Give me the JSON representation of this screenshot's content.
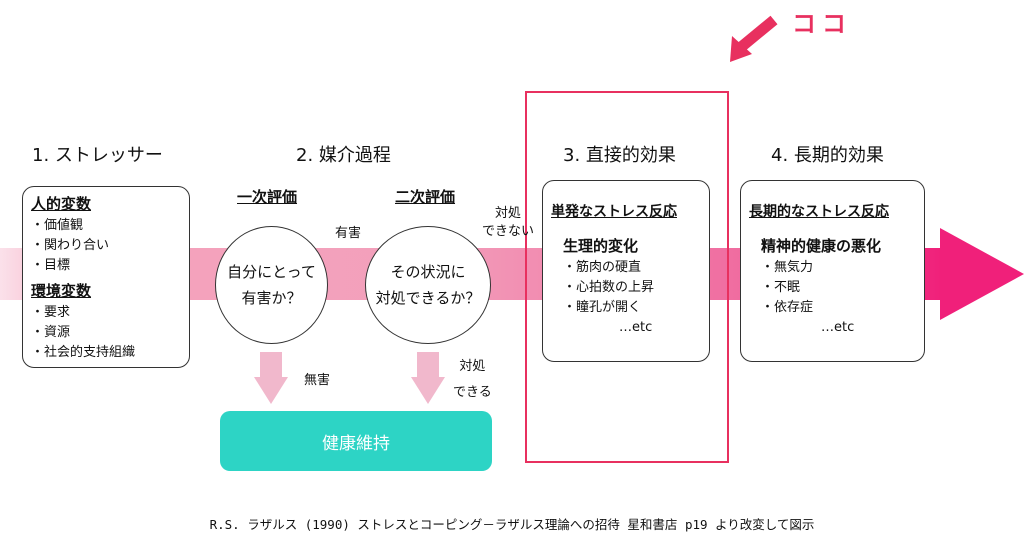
{
  "callout": {
    "label": "ココ"
  },
  "stages": {
    "s1": "1. ストレッサー",
    "s2": "2. 媒介過程",
    "s3": "3. 直接的効果",
    "s4": "4. 長期的効果"
  },
  "stressor_box": {
    "h1": "人的変数",
    "items1": [
      "・価値観",
      "・関わり合い",
      "・目標"
    ],
    "h2": "環境変数",
    "items2": [
      "・要求",
      "・資源",
      "・社会的支持組織"
    ]
  },
  "appraisal": {
    "primary_title": "一次評価",
    "primary_q": [
      "自分にとって",
      "有害か？"
    ],
    "secondary_title": "二次評価",
    "secondary_q": [
      "その状況に",
      "対処できるか？"
    ],
    "harmful": "有害",
    "cannot_cope": [
      "対処",
      "できない"
    ],
    "harmless": "無害",
    "can_cope": [
      "対処",
      "できる"
    ]
  },
  "health_box": {
    "label": "健康維持"
  },
  "direct_box": {
    "title": "単発なストレス反応",
    "sub": "生理的変化",
    "items": [
      "・筋肉の硬直",
      "・心拍数の上昇",
      "・瞳孔が開く"
    ],
    "etc": "…etc"
  },
  "long_box": {
    "title": "長期的なストレス反応",
    "sub": "精神的健康の悪化",
    "items": [
      "・無気力",
      "・不眠",
      "・依存症"
    ],
    "etc": "…etc"
  },
  "source": "R.S. ラザルス (1990) ストレスとコーピング－ラザルス理論への招待 星和書店 p19 より改変して図示",
  "colors": {
    "band": "#f4a3bd",
    "band_end": "#f0207a",
    "health": "#2dd4c5",
    "highlight": "#e8305f",
    "down_arrow": "#f1b8cc"
  }
}
